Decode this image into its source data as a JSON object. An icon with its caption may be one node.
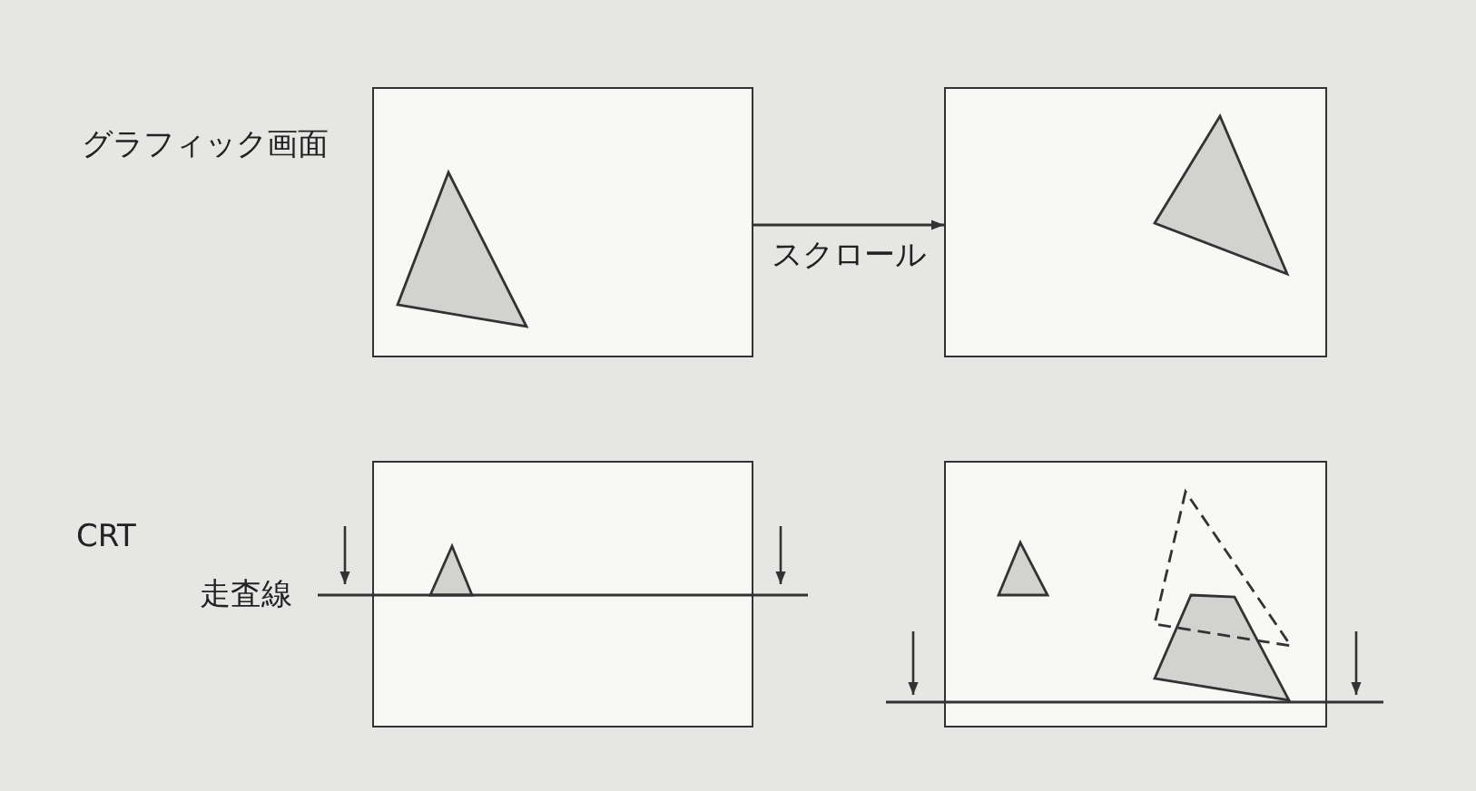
{
  "diagram": {
    "nodes": [
      {
        "text": [],
        "shape": "box"
      },
      {
        "text": [],
        "shape": "box"
      },
      {
        "text": [],
        "shape": "box"
      },
      {
        "text": [],
        "shape": "box"
      }
    ],
    "edges": [
      {
        "from": 0,
        "to": 1,
        "arrow": "to",
        "label": "スクロール"
      }
    ],
    "labels": [
      "グラフィック画面",
      "CRT",
      "走査線"
    ]
  }
}
